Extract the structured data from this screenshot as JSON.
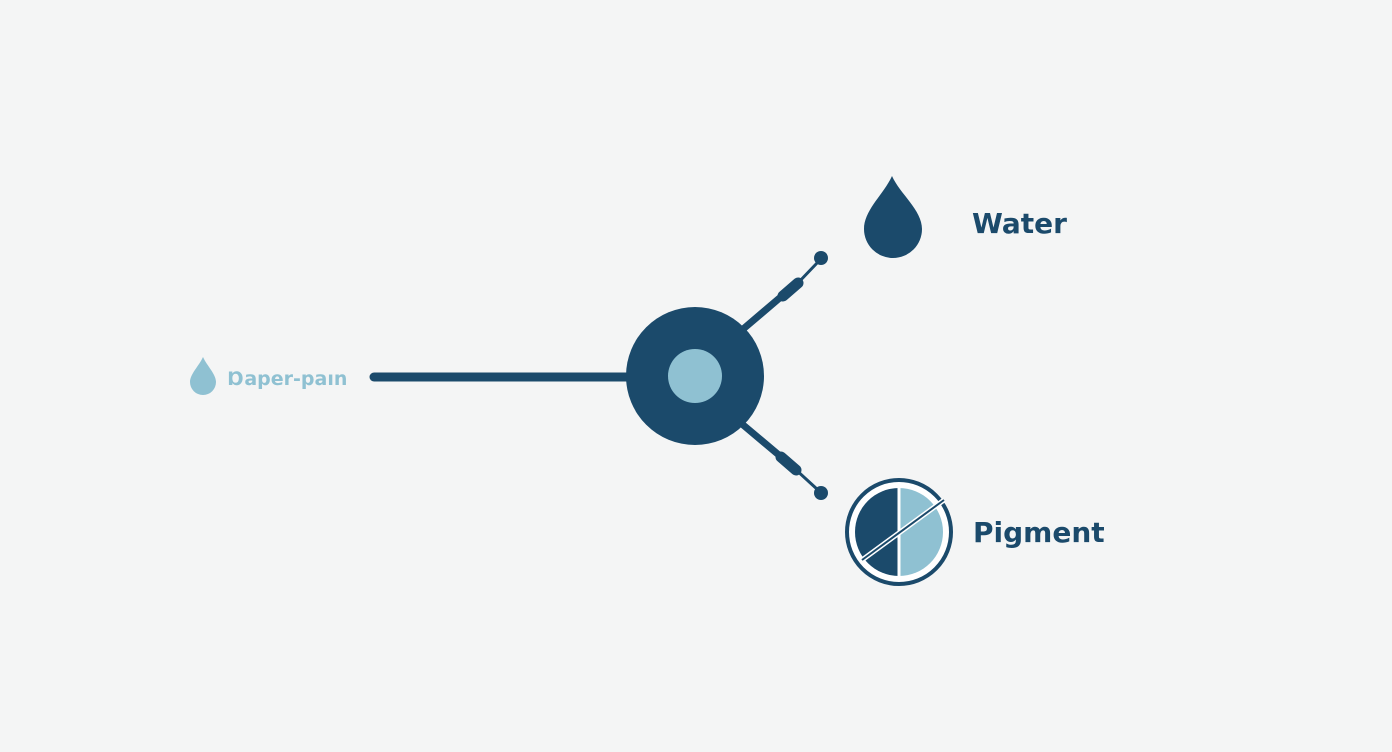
{
  "diagram": {
    "source_label": "Ɒaper-paın",
    "branches": [
      {
        "label": "Water",
        "icon": "water-drop-icon"
      },
      {
        "label": "Pigment",
        "icon": "pigment-disc-icon"
      }
    ],
    "hub_icon": "hub-node-icon",
    "source_icon": "small-drop-icon"
  },
  "colors": {
    "background": "#f4f5f5",
    "dark": "#1b4a6b",
    "light": "#8fc1d2"
  }
}
